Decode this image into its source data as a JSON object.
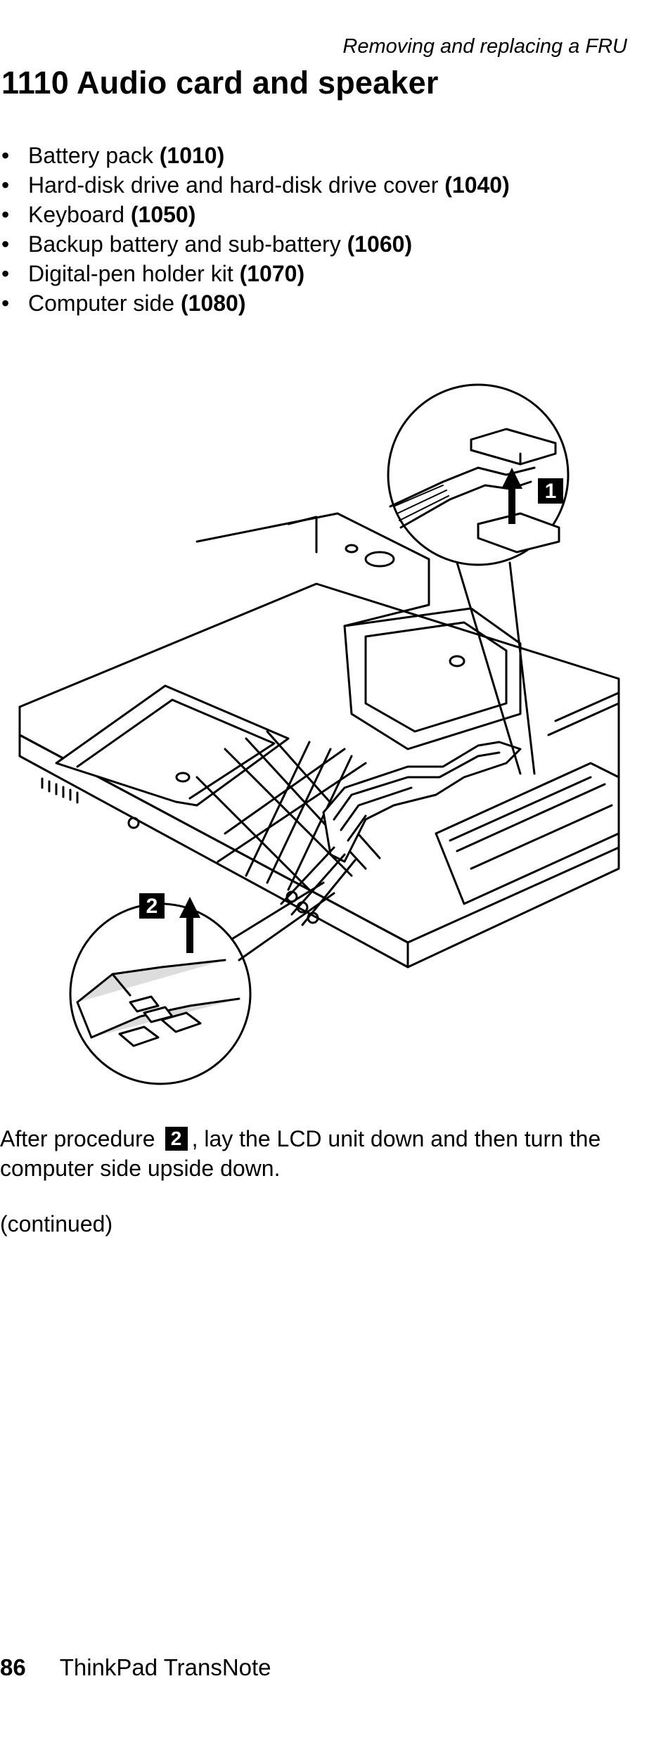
{
  "header": {
    "running_head": "Removing and replacing a FRU"
  },
  "title": "1110 Audio card and speaker",
  "prerequisites": [
    {
      "text": "Battery pack",
      "ref": "(1010)"
    },
    {
      "text": "Hard-disk drive and hard-disk drive cover",
      "ref": "(1040)"
    },
    {
      "text": "Keyboard",
      "ref": "(1050)"
    },
    {
      "text": "Backup battery and sub-battery",
      "ref": "(1060)"
    },
    {
      "text": "Digital-pen holder kit",
      "ref": "(1070)"
    },
    {
      "text": "Computer side",
      "ref": "(1080)"
    }
  ],
  "figure": {
    "callout_1": "1",
    "callout_2": "2"
  },
  "procedure": {
    "before": "After procedure",
    "step": "2",
    "after": ", lay the LCD unit down and then turn the computer side upside down."
  },
  "continued": "(continued)",
  "footer": {
    "page_number": "86",
    "book_title": "ThinkPad TransNote"
  }
}
